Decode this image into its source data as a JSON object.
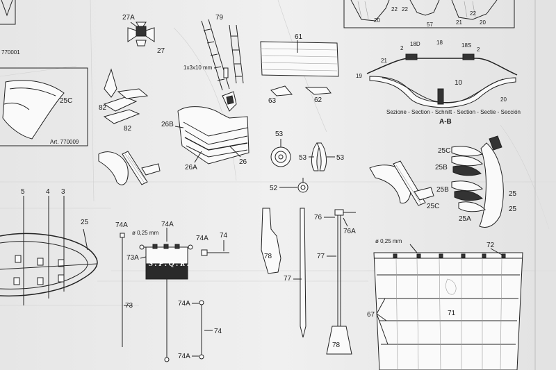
{
  "art_numbers": {
    "top_left": "770001",
    "left_panel": "Art. 770009"
  },
  "parts": {
    "p27A": "27A",
    "p27": "27",
    "p79": "79",
    "strip_size": "1x3x10 mm",
    "p61": "61",
    "p63": "63",
    "p62": "62",
    "p2": "2",
    "p18D": "18D",
    "p18": "18",
    "p18S": "18S",
    "p19": "19",
    "p21": "21",
    "p10": "10",
    "p20": "20",
    "p25C": "25C",
    "p82": "82",
    "p26B": "26B",
    "p26A": "26A",
    "p26": "26",
    "p53": "53",
    "p52": "52",
    "p25B": "25B",
    "p25": "25",
    "p25A": "25A",
    "p5": "5",
    "p4": "4",
    "p3": "3",
    "p74A": "74A",
    "p74": "74",
    "p73A": "73A",
    "p73": "73",
    "dia": "ø 0,25 mm",
    "p78": "78",
    "p77": "77",
    "p76": "76",
    "p76A": "76A",
    "p71": "71",
    "p72": "72",
    "p67": "67",
    "p22": "22",
    "p57": "57"
  },
  "section_caption": {
    "line": "Sezione - Section - Schnitt - Section - Sectie - Sección",
    "name": "A-B"
  },
  "banner_text": "S . P . Q . R ."
}
